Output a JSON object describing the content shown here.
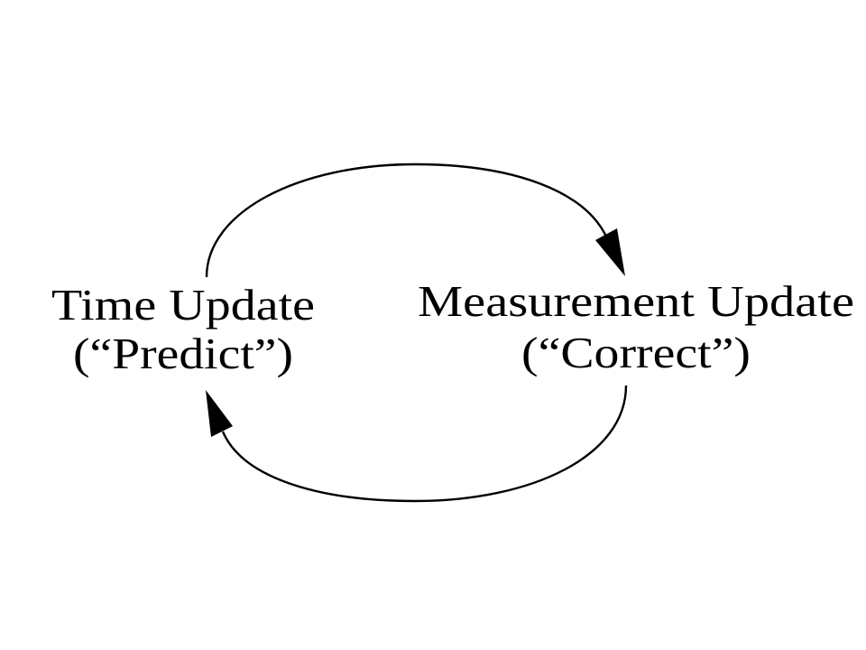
{
  "nodes": {
    "time_update": {
      "title": "Time Update",
      "subtitle": "(“Predict”)"
    },
    "measurement_update": {
      "title": "Measurement Update",
      "subtitle": "(“Correct”)"
    }
  },
  "edges": [
    {
      "from": "time_update",
      "to": "measurement_update"
    },
    {
      "from": "measurement_update",
      "to": "time_update"
    }
  ],
  "colors": {
    "ink": "#000000",
    "background": "#ffffff"
  }
}
